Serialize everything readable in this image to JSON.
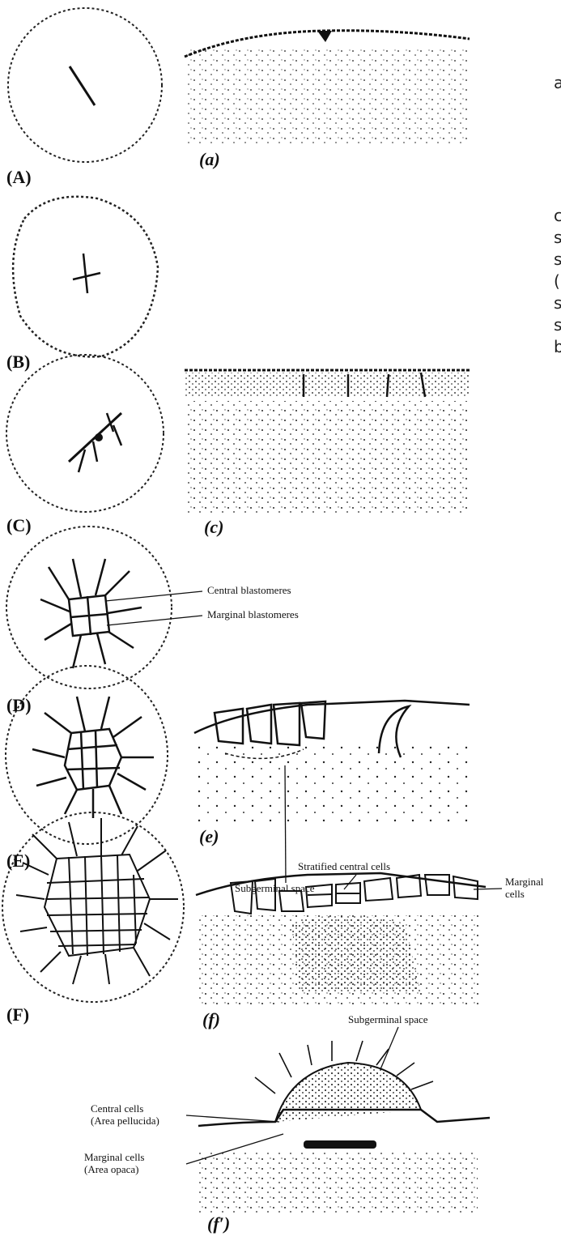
{
  "panels": {
    "A": "(A)",
    "B": "(B)",
    "C": "(C)",
    "D": "(D)",
    "E": "(E)",
    "F": "(F)",
    "a": "(a)",
    "c": "(c)",
    "e": "(e)",
    "f": "(f)",
    "fp": "(f′)"
  },
  "annotations": {
    "central_blastomeres": "Central blastomeres",
    "marginal_blastomeres": "Marginal blastomeres",
    "subgerminal_space_e": "Subgerminal space",
    "stratified_central_cells": "Stratified central cells",
    "marginal_cells_f_line1": "Marginal",
    "marginal_cells_f_line2": "cells",
    "subgerminal_space_fp": "Subgerminal space",
    "central_cells_line1": "Central cells",
    "central_cells_line2": "(Area pellucida)",
    "marginal_cells_line1": "Marginal cells",
    "marginal_cells_line2": "(Area opaca)"
  },
  "cropped_side_text": [
    "a",
    "c",
    "s",
    "s",
    "(",
    "s",
    "s",
    "b"
  ]
}
